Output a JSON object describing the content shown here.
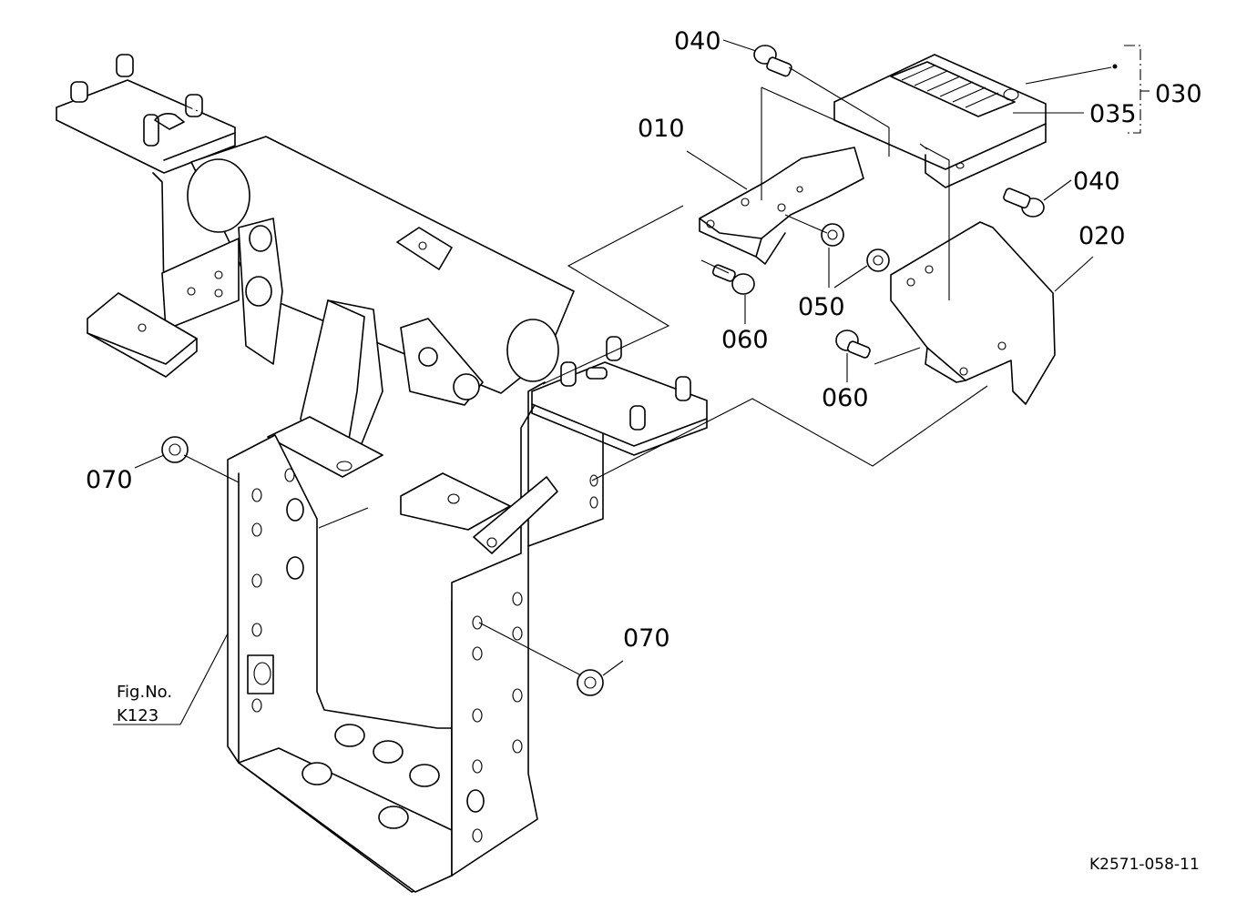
{
  "labels": {
    "p010": "010",
    "p020": "020",
    "p030": "030",
    "p035": "035",
    "p040_top": "040",
    "p040_right": "040",
    "p050": "050",
    "p060_left": "060",
    "p060_right": "060",
    "p070_left": "070",
    "p070_bottom": "070",
    "fig_line1": "Fig.No.",
    "fig_line2": "K123",
    "drawing_code": "K2571-058-11"
  }
}
